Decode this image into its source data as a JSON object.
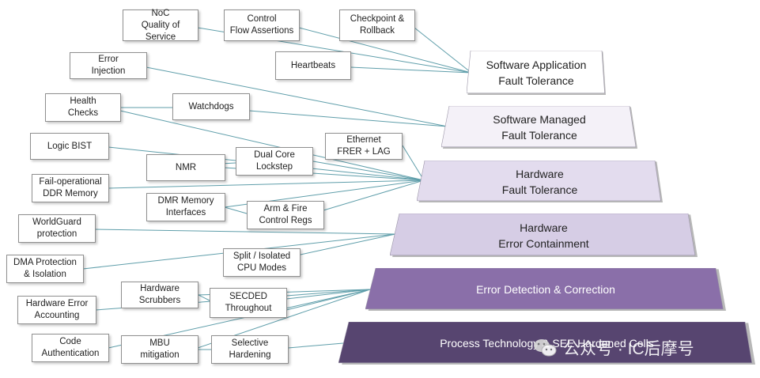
{
  "tiers": [
    {
      "label": "Software Application\nFault Tolerance",
      "fill": "#ffffff",
      "text_color": "#222222"
    },
    {
      "label": "Software Managed\nFault Tolerance",
      "fill": "#f4f1f8",
      "text_color": "#222222"
    },
    {
      "label": "Hardware\nFault Tolerance",
      "fill": "#e3dcee",
      "text_color": "#222222"
    },
    {
      "label": "Hardware\nError Containment",
      "fill": "#d6cde5",
      "text_color": "#222222"
    },
    {
      "label": "Error Detection & Correction",
      "fill": "#8a6fa9",
      "text_color": "#ffffff"
    },
    {
      "label": "Process Technology & SEE Hardened Cells",
      "fill": "#574570",
      "text_color": "#ffffff"
    }
  ],
  "features": {
    "noc_qos": "NoC\nQuality of Service",
    "control_flow": "Control\nFlow Assertions",
    "checkpoint": "Checkpoint &\nRollback",
    "heartbeats": "Heartbeats",
    "error_injection": "Error\nInjection",
    "health_checks": "Health\nChecks",
    "watchdogs": "Watchdogs",
    "logic_bist": "Logic BIST",
    "ethernet": "Ethernet\nFRER + LAG",
    "nmr": "NMR",
    "dual_core": "Dual Core\nLockstep",
    "fail_operational": "Fail-operational\nDDR Memory",
    "dmr_memory": "DMR Memory\nInterfaces",
    "arm_fire": "Arm & Fire\nControl Regs",
    "worldguard": "WorldGuard\nprotection",
    "split_isolated": "Split / Isolated\nCPU Modes",
    "dma_protection": "DMA Protection\n& Isolation",
    "hw_scrubbers": "Hardware\nScrubbers",
    "secded": "SECDED\nThroughout",
    "hw_error_accounting": "Hardware Error\nAccounting",
    "code_auth": "Code\nAuthentication",
    "mbu": "MBU\nmitigation",
    "selective_hardening": "Selective\nHardening"
  },
  "watermark": {
    "text": "公众号 · IC后摩号",
    "icon": "wechat-icon"
  },
  "colors": {
    "line": "#5f9eaa",
    "box_border": "#8f8f8f"
  }
}
